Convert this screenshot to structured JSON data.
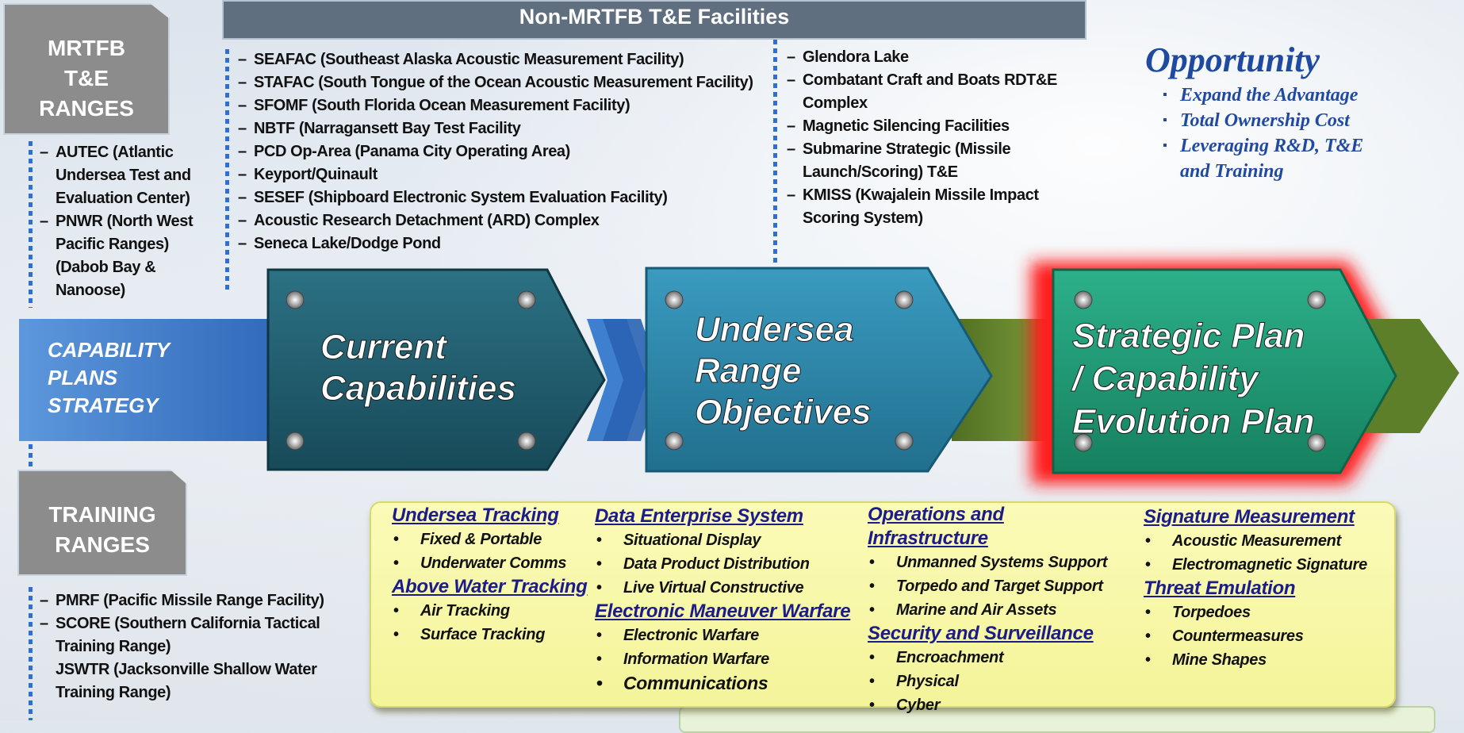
{
  "tabs": {
    "mrtfb": [
      "MRTFB",
      "T&E",
      "RANGES"
    ],
    "training": [
      "TRAINING",
      "RANGES"
    ],
    "non_mrtfb": "Non-MRTFB T&E Facilities"
  },
  "mrtfb_ranges": [
    "AUTEC (Atlantic",
    "Undersea Test and",
    "Evaluation Center)",
    "PNWR (North West",
    "Pacific Ranges)",
    "(Dabob Bay &",
    "Nanoose)"
  ],
  "non_mrtfb_col1": [
    "SEAFAC (Southeast Alaska Acoustic Measurement Facility)",
    "STAFAC (South Tongue of the Ocean Acoustic Measurement Facility)",
    "SFOMF (South Florida Ocean Measurement Facility)",
    "NBTF  (Narragansett Bay Test Facility",
    "PCD Op-Area (Panama City Operating Area)",
    "Keyport/Quinault",
    "SESEF (Shipboard Electronic System Evaluation Facility)",
    "Acoustic Research Detachment (ARD) Complex",
    "Seneca Lake/Dodge Pond"
  ],
  "non_mrtfb_col2": [
    "Glendora Lake",
    "Combatant Craft and Boats RDT&E",
    "Complex",
    "Magnetic Silencing Facilities",
    "Submarine Strategic (Missile",
    "Launch/Scoring) T&E",
    "KMISS (Kwajalein Missile Impact",
    "Scoring System)"
  ],
  "training_ranges": [
    "PMRF (Pacific Missile Range Facility)",
    "SCORE (Southern California Tactical",
    "Training Range)",
    "JSWTR (Jacksonville Shallow Water",
    "Training Range)"
  ],
  "opportunity": {
    "title": "Opportunity",
    "items": [
      "Expand the Advantage",
      "Total Ownership Cost",
      "Leveraging R&D, T&E",
      "and Training"
    ]
  },
  "flow": {
    "start_label": [
      "CAPABILITY",
      "PLANS",
      "STRATEGY"
    ],
    "box1": [
      "Current",
      "Capabilities"
    ],
    "box2": [
      "Undersea",
      "Range",
      "Objectives"
    ],
    "box3": [
      "Strategic Plan",
      "/ Capability",
      "Evolution Plan"
    ],
    "colors": {
      "blue_arrow": "#3f7fcf",
      "box1": "#1f5d6e",
      "box2": "#2d86a8",
      "box3": "#1f9a78",
      "olive_arrow": "#5d7f2a",
      "highlight": "#ff1a1a"
    }
  },
  "objectives": {
    "undersea_tracking": {
      "title": "Undersea Tracking",
      "items": [
        "Fixed  & Portable",
        "Underwater Comms"
      ]
    },
    "above_water_tracking": {
      "title": "Above Water Tracking",
      "items": [
        "Air Tracking",
        "Surface Tracking"
      ]
    },
    "data_enterprise": {
      "title": "Data Enterprise System",
      "items": [
        "Situational Display",
        "Data Product Distribution",
        "Live Virtual Constructive"
      ]
    },
    "electronic_maneuver": {
      "title": "Electronic Maneuver Warfare",
      "items": [
        "Electronic Warfare",
        "Information Warfare",
        "Communications"
      ]
    },
    "operations": {
      "title": "Operations and Infrastructure",
      "items": [
        "Unmanned Systems Support",
        "Torpedo and Target Support",
        "Marine and Air Assets"
      ]
    },
    "security": {
      "title": "Security and Surveillance",
      "items": [
        "Encroachment",
        "Physical",
        "Cyber"
      ]
    },
    "signature": {
      "title": "Signature Measurement",
      "items": [
        "Acoustic Measurement",
        "Electromagnetic Signature"
      ]
    },
    "threat": {
      "title": "Threat Emulation",
      "items": [
        "Torpedoes",
        "Countermeasures",
        "Mine Shapes"
      ]
    }
  }
}
